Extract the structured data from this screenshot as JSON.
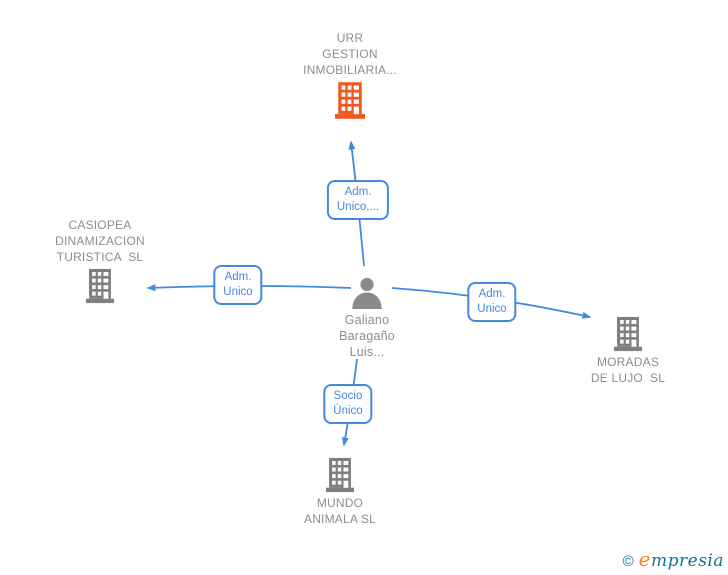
{
  "graph": {
    "person": {
      "name_lines": [
        "Galiano",
        "Baragaño",
        "Luis..."
      ]
    },
    "companies": {
      "urr": {
        "name_lines": [
          "URR",
          "GESTION",
          "INMOBILIARIA..."
        ]
      },
      "casiopea": {
        "name_lines": [
          "CASIOPEA",
          "DINAMIZACION",
          "TURISTICA  SL"
        ]
      },
      "moradas": {
        "name_lines": [
          "MORADAS",
          "DE LUJO  SL"
        ]
      },
      "mundo": {
        "name_lines": [
          "MUNDO",
          "ANIMALA SL"
        ]
      }
    },
    "relations": {
      "to_urr": {
        "lines": [
          "Adm.",
          "Unico,..."
        ]
      },
      "to_casiopea": {
        "lines": [
          "Adm.",
          "Unico"
        ]
      },
      "to_moradas": {
        "lines": [
          "Adm.",
          "Unico"
        ]
      },
      "to_mundo": {
        "lines": [
          "Socio",
          "Único"
        ]
      }
    }
  },
  "footer": {
    "copyright_symbol": "©",
    "brand_initial": "e",
    "brand_rest": "mpresia"
  },
  "colors": {
    "arrow_blue": "#4289e2",
    "company_icon_gray": "#7f7f7f",
    "person_icon_gray": "#8a8a8a",
    "highlight_orange": "#f0581f",
    "node_text_gray": "#8d8d8d",
    "logo_teal": "#0f7490",
    "logo_orange": "#f68b1f"
  }
}
